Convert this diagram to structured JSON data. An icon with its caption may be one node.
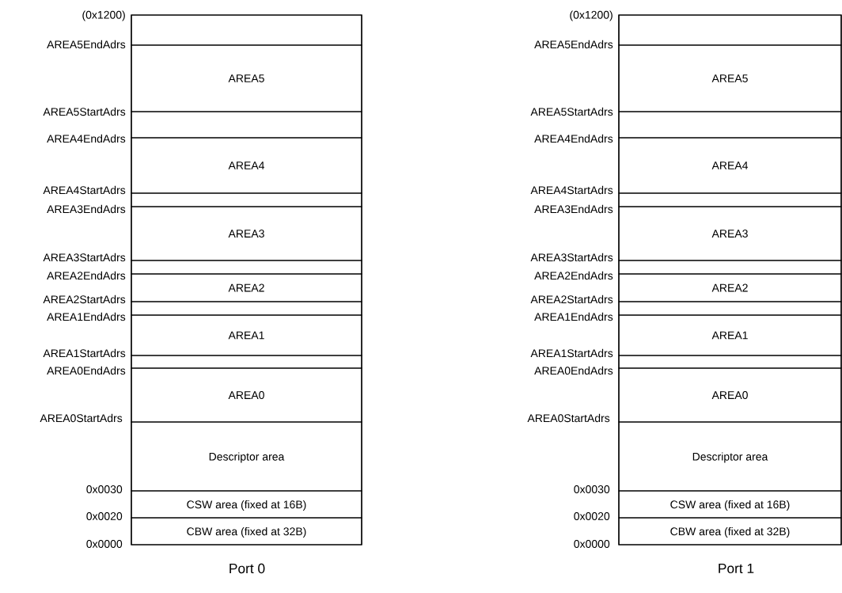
{
  "diagram": {
    "nodes": [
      {
        "text": [
          "Port 0"
        ]
      },
      {
        "text": [],
        "shape": "box",
        "in": 0
      },
      {
        "text": [
          "AREA5"
        ],
        "in": 0
      },
      {
        "text": [],
        "shape": "box",
        "in": 0
      },
      {
        "text": [
          "AREA4"
        ],
        "in": 0
      },
      {
        "text": [],
        "shape": "box",
        "in": 0
      },
      {
        "text": [
          "AREA3"
        ],
        "in": 0
      },
      {
        "text": [],
        "shape": "box",
        "in": 0
      },
      {
        "text": [
          "AREA2"
        ],
        "in": 0
      },
      {
        "text": [],
        "shape": "box",
        "in": 0
      },
      {
        "text": [
          "AREA1"
        ],
        "in": 0
      },
      {
        "text": [],
        "shape": "box",
        "in": 0
      },
      {
        "text": [
          "AREA0"
        ],
        "in": 0
      },
      {
        "text": [
          "Descriptor area"
        ],
        "in": 0
      },
      {
        "text": [
          "CSW area (fixed at 16B)"
        ],
        "in": 0
      },
      {
        "text": [
          "CBW area (fixed at 32B)"
        ],
        "in": 0
      },
      {
        "text": [
          "Port 1"
        ]
      },
      {
        "text": [],
        "shape": "box",
        "in": 16
      },
      {
        "text": [
          "AREA5"
        ],
        "in": 16
      },
      {
        "text": [],
        "shape": "box",
        "in": 16
      },
      {
        "text": [
          "AREA4"
        ],
        "in": 16
      },
      {
        "text": [],
        "shape": "box",
        "in": 16
      },
      {
        "text": [
          "AREA3"
        ],
        "in": 16
      },
      {
        "text": [],
        "shape": "box",
        "in": 16
      },
      {
        "text": [
          "AREA2"
        ],
        "in": 16
      },
      {
        "text": [],
        "shape": "box",
        "in": 16
      },
      {
        "text": [
          "AREA1"
        ],
        "in": 16
      },
      {
        "text": [],
        "shape": "box",
        "in": 16
      },
      {
        "text": [
          "AREA0"
        ],
        "in": 16
      },
      {
        "text": [
          "Descriptor area"
        ],
        "in": 16
      },
      {
        "text": [
          "CSW area (fixed at 16B)"
        ],
        "in": 16
      },
      {
        "text": [
          "CBW area (fixed at 32B)"
        ],
        "in": 16
      }
    ],
    "labels": [
      "(0x1200)",
      "AREA5EndAdrs",
      "AREA5StartAdrs",
      "AREA4EndAdrs",
      "AREA4StartAdrs",
      "AREA3EndAdrs",
      "AREA3StartAdrs",
      "AREA2EndAdrs",
      "AREA2StartAdrs",
      "AREA1EndAdrs",
      "AREA1StartAdrs",
      "AREA0EndAdrs",
      "AREA0StartAdrs",
      "0x0030",
      "0x0020",
      "0x0000",
      "(0x1200)",
      "AREA5EndAdrs",
      "AREA5StartAdrs",
      "AREA4EndAdrs",
      "AREA4StartAdrs",
      "AREA3EndAdrs",
      "AREA3StartAdrs",
      "AREA2EndAdrs",
      "AREA2StartAdrs",
      "AREA1EndAdrs",
      "AREA1StartAdrs",
      "AREA0EndAdrs",
      "AREA0StartAdrs",
      "0x0030",
      "0x0020",
      "0x0000"
    ]
  }
}
